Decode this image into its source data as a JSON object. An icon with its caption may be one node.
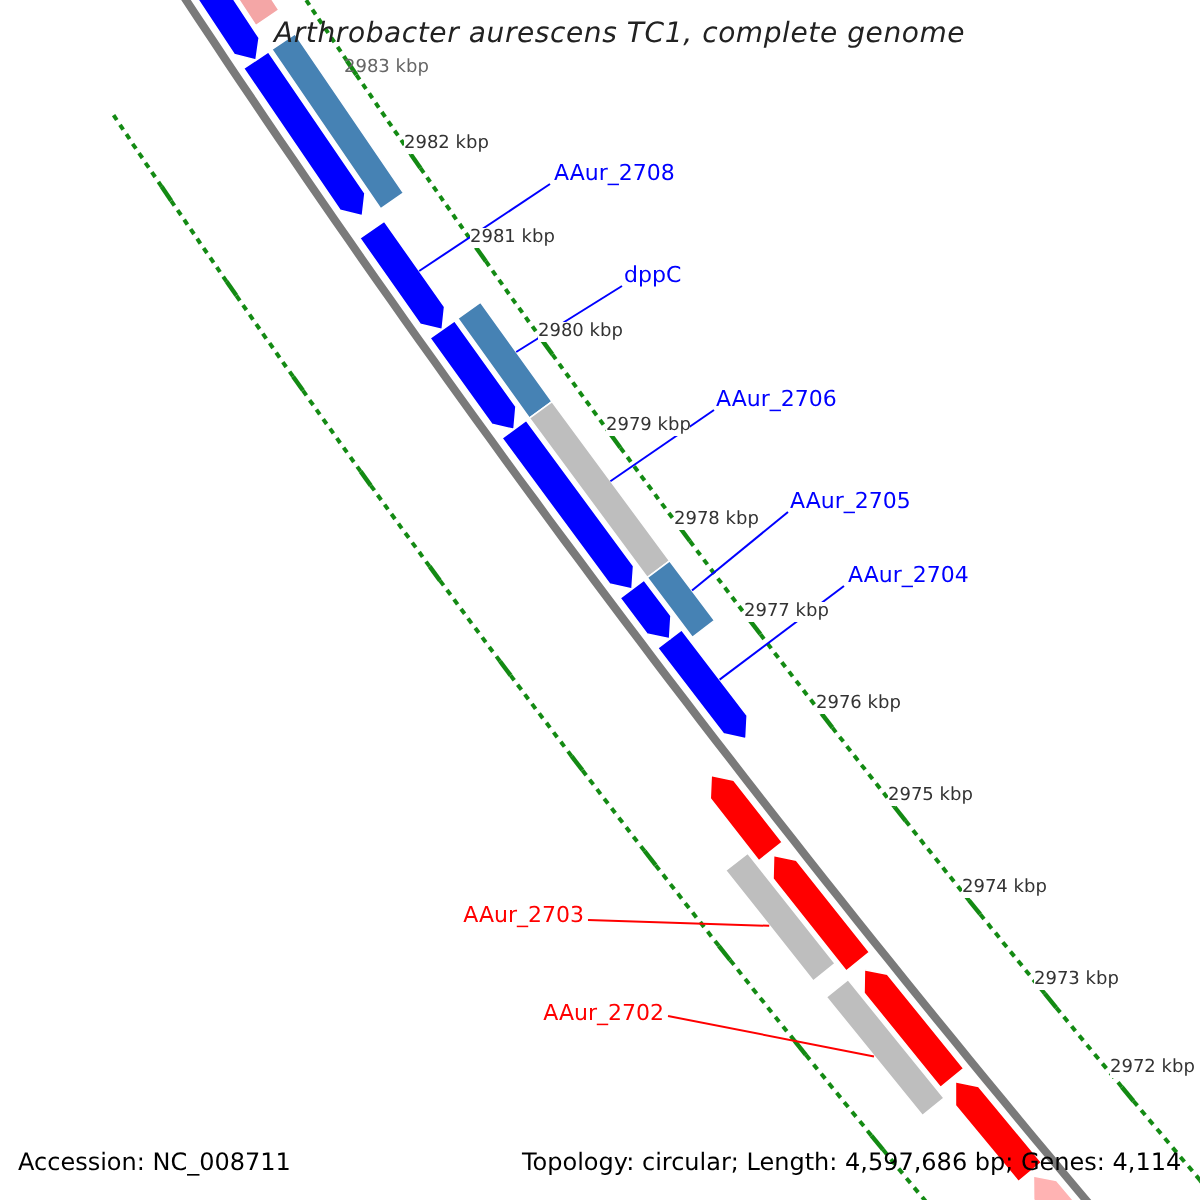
{
  "diagram": {
    "title": "Arthrobacter aurescens TC1, complete genome",
    "nodes": [
      {
        "text": [
          "AAur_2708"
        ]
      },
      {
        "text": [],
        "shape": "arrow"
      },
      {
        "text": [
          "dppC"
        ]
      },
      {
        "text": [],
        "shape": "bar"
      },
      {
        "text": [
          "AAur_2706"
        ]
      },
      {
        "text": [],
        "shape": "bar"
      },
      {
        "text": [
          "AAur_2705"
        ]
      },
      {
        "text": [],
        "shape": "bar"
      },
      {
        "text": [
          "AAur_2704"
        ]
      },
      {
        "text": [],
        "shape": "arrow"
      },
      {
        "text": [
          "AAur_2703"
        ]
      },
      {
        "text": [],
        "shape": "bar"
      },
      {
        "text": [
          "AAur_2702"
        ]
      },
      {
        "text": [],
        "shape": "bar"
      },
      {
        "text": [],
        "shape": "arrow"
      },
      {
        "text": [],
        "shape": "arrow"
      },
      {
        "text": [],
        "shape": "arrow"
      },
      {
        "text": [],
        "shape": "arrow"
      },
      {
        "text": [],
        "shape": "arrow"
      },
      {
        "text": [],
        "shape": "bar"
      },
      {
        "text": [],
        "shape": "bar"
      },
      {
        "text": [],
        "shape": "arrow"
      },
      {
        "text": [],
        "shape": "arrow"
      },
      {
        "text": [],
        "shape": "arrow"
      },
      {
        "text": [],
        "shape": "arrow"
      },
      {
        "text": [],
        "shape": "arrow"
      }
    ],
    "edges": [
      {
        "from": 0,
        "to": 1,
        "arrow": "none"
      },
      {
        "from": 2,
        "to": 3,
        "arrow": "none"
      },
      {
        "from": 4,
        "to": 5,
        "arrow": "none"
      },
      {
        "from": 6,
        "to": 7,
        "arrow": "none"
      },
      {
        "from": 8,
        "to": 9,
        "arrow": "none"
      },
      {
        "from": 10,
        "to": 11,
        "arrow": "none",
        "color": "#ff0000"
      },
      {
        "from": 12,
        "to": 13,
        "arrow": "none",
        "color": "#ff0000"
      }
    ],
    "labels": [
      "2983 kbp",
      "2982 kbp",
      "2981 kbp",
      "2980 kbp",
      "2979 kbp",
      "2978 kbp",
      "2977 kbp",
      "2976 kbp",
      "2975 kbp",
      "2974 kbp",
      "2973 kbp",
      "2972 kbp",
      "Accession: NC_008711",
      "Topology: circular; Length: 4,597,686 bp; Genes: 4,114"
    ]
  }
}
